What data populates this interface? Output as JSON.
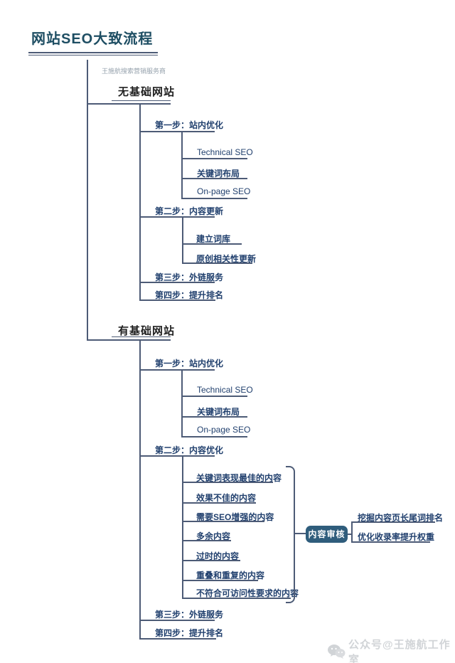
{
  "page": {
    "title": "网站SEO大致流程",
    "subtitle": "王施航搜索营销服务商",
    "watermark": "公众号@王施航工作室"
  },
  "colors": {
    "title": "#1e4e63",
    "line": "#4d5b76",
    "navy": "#21406e",
    "root_text": "#1f1f1f",
    "audit_fill": "#2f5d7c",
    "audit_text": "#ffffff",
    "subtitle_text": "#96a2ad",
    "watermark_text": "#c9cdd1"
  },
  "icons": {
    "wechat": "wechat-icon"
  },
  "tree": {
    "root1": {
      "label": "无基础网站",
      "steps": [
        {
          "label": "第一步：站内优化",
          "children": [
            "Technical SEO",
            "关键词布局",
            "On-page SEO"
          ]
        },
        {
          "label": "第二步：内容更新",
          "children": [
            "建立词库",
            "原创相关性更新"
          ]
        },
        {
          "label": "第三步：外链服务",
          "children": []
        },
        {
          "label": "第四步：提升排名",
          "children": []
        }
      ]
    },
    "root2": {
      "label": "有基础网站",
      "steps": [
        {
          "label": "第一步：站内优化",
          "children": [
            "Technical SEO",
            "关键词布局",
            "On-page SEO"
          ]
        },
        {
          "label": "第二步：内容优化",
          "children": [
            "关键词表现最佳的内容",
            "效果不佳的内容",
            "需要SEO增强的内容",
            "多余内容",
            "过时的内容",
            "重叠和重复的内容",
            "不符合可访问性要求的内容"
          ]
        },
        {
          "label": "第三步：外链服务",
          "children": []
        },
        {
          "label": "第四步：提升排名",
          "children": []
        }
      ]
    },
    "audit": {
      "label": "内容审核",
      "children": [
        "挖掘内容页长尾词排名",
        "优化收录率提升权重"
      ]
    }
  }
}
